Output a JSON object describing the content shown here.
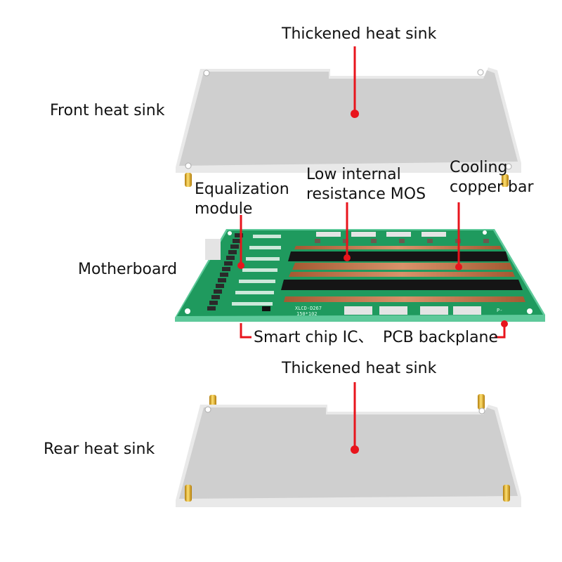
{
  "labels": {
    "front_top": "Thickened heat sink",
    "front_heat_sink": "Front heat sink",
    "equalization_line1": "Equalization",
    "equalization_line2": "module",
    "mos_line1": "Low internal",
    "mos_line2": "resistance MOS",
    "copper_line1": "Cooling",
    "copper_line2": "copper bar",
    "motherboard": "Motherboard",
    "smart_chip": "Smart chip IC、",
    "pcb_backplane": "PCB backplane",
    "rear_top": "Thickened heat sink",
    "rear_heat_sink": "Rear heat sink"
  },
  "board_silkscreen": {
    "model": "XLCD-D267",
    "size": "150*102",
    "terminal": "P-"
  },
  "colors": {
    "heat_sink": "#cfcfcf",
    "heat_sink_edge": "#e9e9e9",
    "pcb": "#1f9a5e",
    "copper": "#c27a4e",
    "mosfet": "#151515",
    "pin": "#e6b01a",
    "callout": "#e8141c"
  }
}
